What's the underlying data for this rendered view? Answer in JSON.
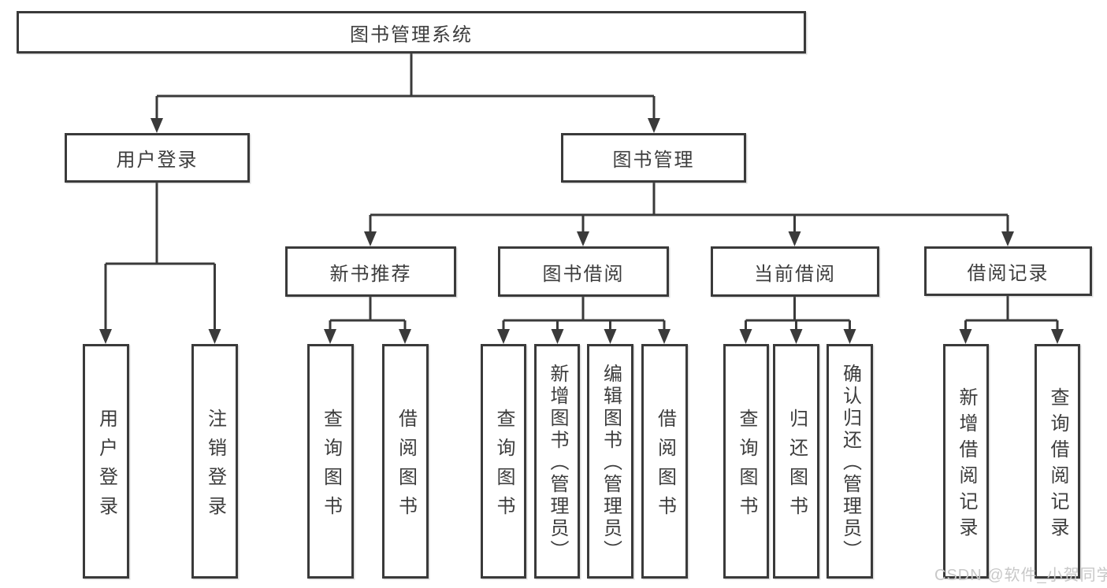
{
  "nodes": {
    "root": "图书管理系统",
    "user_login": "用户登录",
    "book_mgmt": "图书管理",
    "new_book_rec": "新书推荐",
    "book_borrow": "图书借阅",
    "current_borrow": "当前借阅",
    "borrow_record": "借阅记录",
    "ul_login": "用户登录",
    "ul_logout": "注销登录",
    "nr_query": "查询图书",
    "nr_borrow": "借阅图书",
    "bb_query": "查询图书",
    "bb_add": "新增图书（管理员）",
    "bb_edit": "编辑图书（管理员）",
    "bb_borrow": "借阅图书",
    "cb_query": "查询图书",
    "cb_return": "归还图书",
    "cb_confirm": "确认归还（管理员）",
    "br_add": "新增借阅记录",
    "br_query": "查询借阅记录"
  },
  "watermark": "CSDN @软件_小贺同学",
  "colors": {
    "line": "#3a3a3a",
    "text": "#3d3d3d",
    "watermark_text": "#c8c8c8",
    "background": "#ffffff"
  }
}
